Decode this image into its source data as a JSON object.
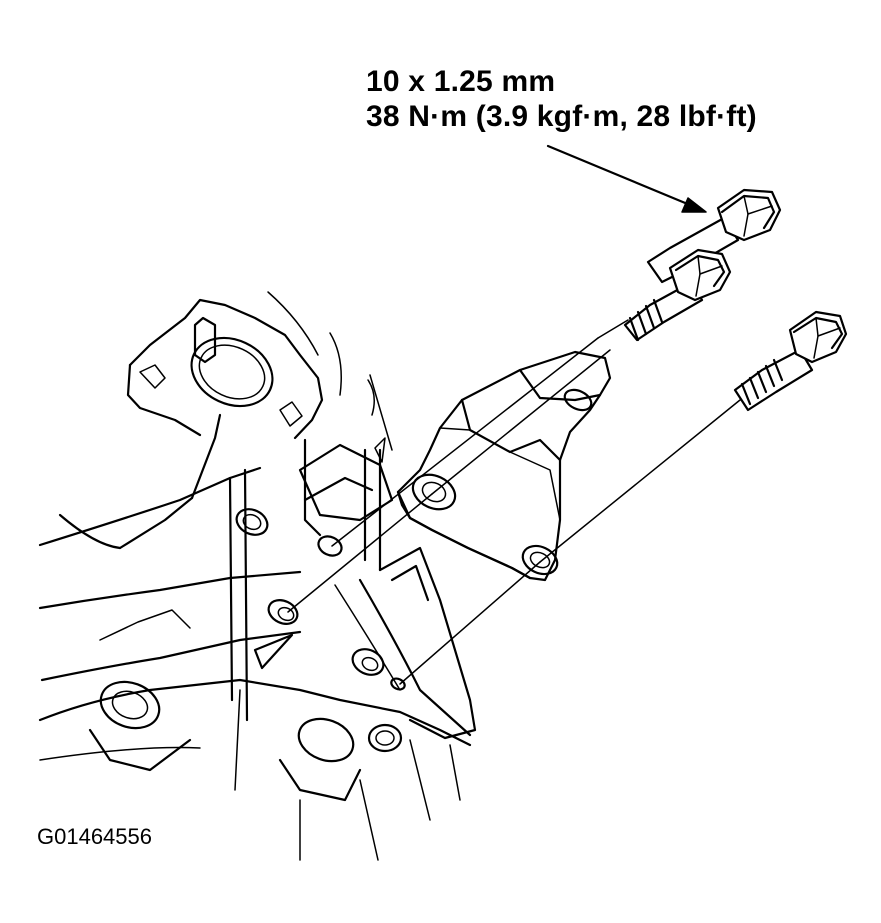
{
  "callout": {
    "bolt_size": "10 x 1.25 mm",
    "torque": "38 N·m (3.9 kgf·m, 28 lbf·ft)"
  },
  "figure_code": "G01464556",
  "parts": {
    "bolt_icon": "hex-flange-bolt-icon",
    "bracket_icon": "mounting-bracket-icon",
    "block_icon": "engine-block-icon"
  },
  "colors": {
    "line": "#000000",
    "background": "#ffffff"
  }
}
